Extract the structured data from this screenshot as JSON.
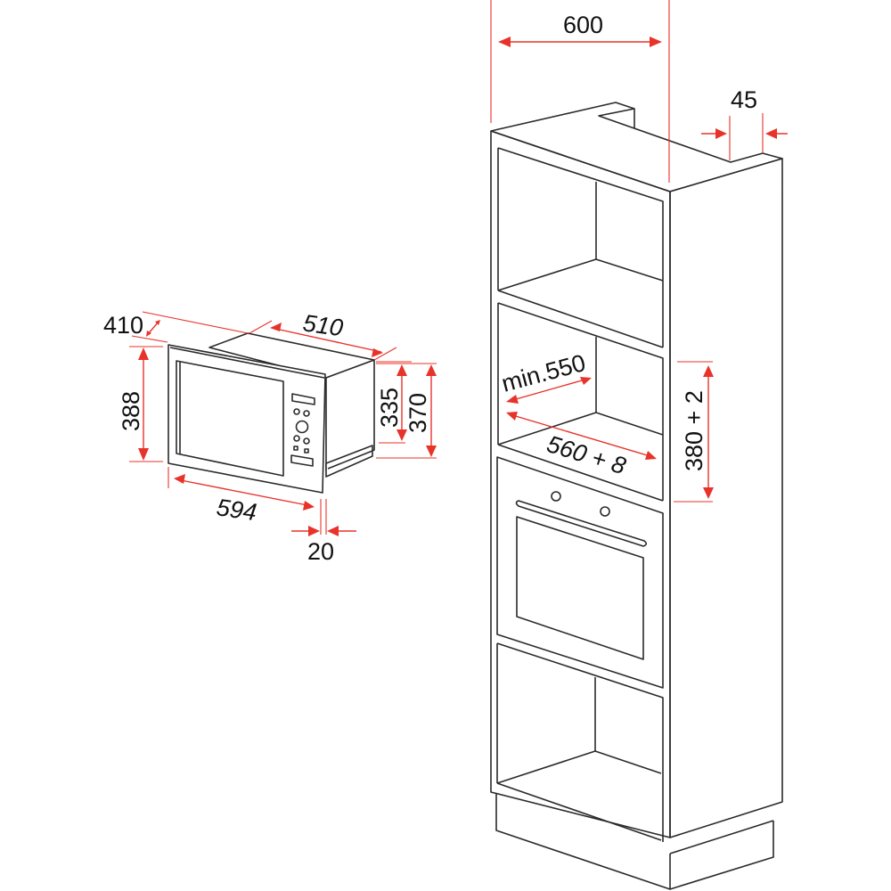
{
  "diagram": {
    "title": "Built-in microwave and tall cabinet installation dimensions",
    "colors": {
      "outline": "#2a2a2a",
      "dimension": "#e8332a",
      "background": "#ffffff"
    },
    "microwave": {
      "name": "Built-in microwave",
      "dimensions": {
        "depth_frame": "410",
        "depth_body": "510",
        "frame_height": "388",
        "body_height_inner": "335",
        "body_height_outer": "370",
        "frame_width": "594",
        "frame_thickness": "20"
      },
      "control_panel": [
        "display",
        "button",
        "button",
        "knob",
        "button",
        "button",
        "indicator",
        "indicator",
        "door-release"
      ]
    },
    "cabinet": {
      "name": "Tall housing cabinet",
      "dimensions": {
        "width": "600",
        "rear_gap": "45",
        "niche_depth": "min.550",
        "niche_width": "560 + 8",
        "niche_height": "380 + 2"
      },
      "sections": [
        "top open shelf",
        "microwave niche",
        "oven",
        "bottom open shelf",
        "plinth"
      ]
    }
  }
}
